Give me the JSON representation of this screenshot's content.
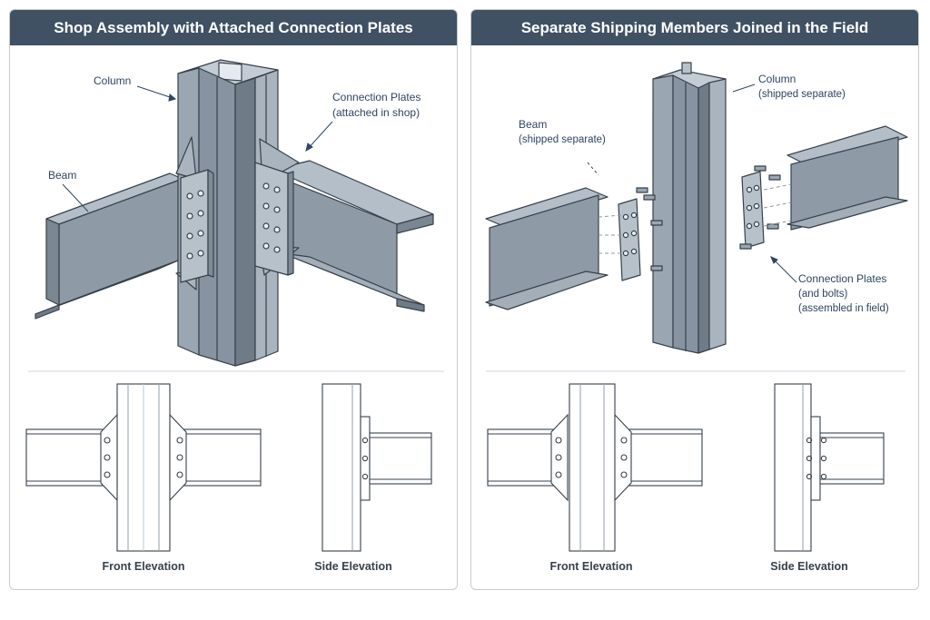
{
  "left_panel": {
    "title": "Shop Assembly with Attached Connection Plates",
    "labels": {
      "column": "Column",
      "beam": "Beam",
      "plates_title": "Connection Plates",
      "plates_note": "(attached in shop)"
    },
    "views": {
      "front": "Front Elevation",
      "side": "Side Elevation"
    }
  },
  "right_panel": {
    "title": "Separate Shipping Members Joined in the Field",
    "labels": {
      "column": "Column",
      "column_note": "(shipped separate)",
      "beam": "Beam",
      "beam_note": "(shipped separate)",
      "plates_title": "Connection Plates",
      "plates_sub": "(and bolts)",
      "plates_note": "(assembled in field)"
    },
    "views": {
      "front": "Front Elevation",
      "side": "Side Elevation"
    }
  },
  "colors": {
    "header_bg": "#3f5163",
    "steel_light": "#a9b4bf",
    "steel_mid": "#8f9ba7",
    "steel_dark": "#6f7b87",
    "outline": "#37414b",
    "label_text": "#2f4560"
  }
}
